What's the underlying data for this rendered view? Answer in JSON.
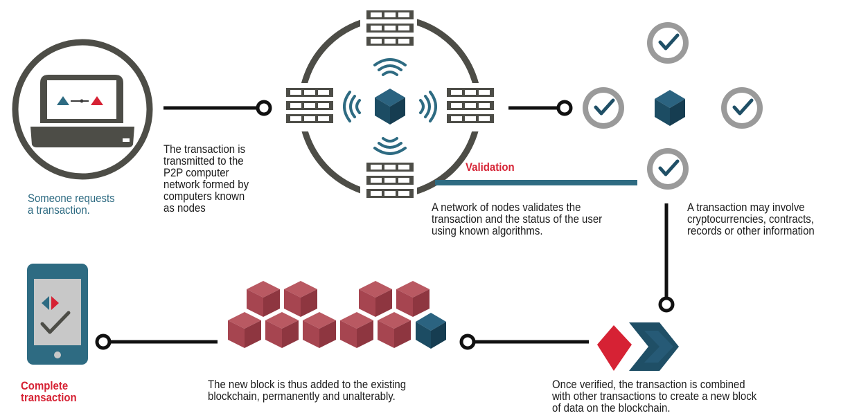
{
  "steps": {
    "request": {
      "lines": [
        "Someone requests",
        "a transaction."
      ]
    },
    "transmit": {
      "lines": [
        "The transaction is",
        "transmitted to the",
        "P2P computer",
        "network formed by",
        "computers known",
        "as nodes"
      ]
    },
    "validation": {
      "title": "Validation",
      "lines": [
        "A network of nodes validates the",
        "transaction and the status of the user",
        "using known algorithms."
      ]
    },
    "involve": {
      "lines": [
        "A transaction may involve",
        "cryptocurrencies, contracts,",
        "records or other information"
      ]
    },
    "verified": {
      "lines": [
        "Once verified, the transaction is combined",
        "with other transactions to create a new block",
        "of data on the blockchain."
      ]
    },
    "added": {
      "lines": [
        "The new block is thus added to the existing",
        "blockchain, permanently and unalterably."
      ]
    },
    "complete": {
      "lines": [
        "Complete",
        "transaction"
      ]
    }
  },
  "colors": {
    "dark_gray": "#4d4d47",
    "teal": "#2e6b82",
    "block_blue": "#1f4f66",
    "red": "#d62234",
    "brick": "#a64550",
    "check_gray": "#8a8a8a"
  },
  "icons": [
    "laptop-icon",
    "server-icon",
    "wifi-signal-icon",
    "cube-icon",
    "check-circle-icon",
    "chevron-icon",
    "smartphone-icon",
    "check-icon"
  ]
}
